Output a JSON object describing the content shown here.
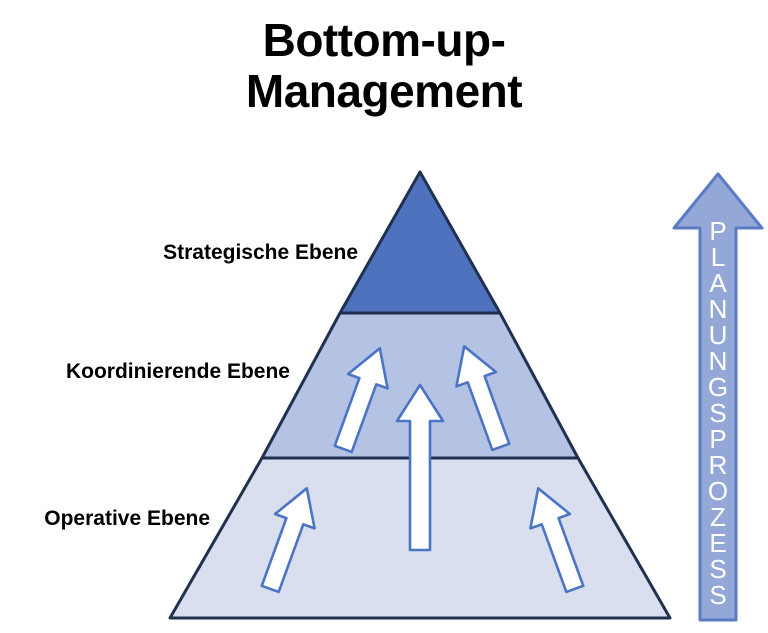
{
  "title": {
    "line1": "Bottom-up-",
    "line2": "Management"
  },
  "pyramid": {
    "tiers": [
      {
        "id": "strategic",
        "label": "Strategische Ebene",
        "color": "#4F72BE",
        "border": "#20304F"
      },
      {
        "id": "coordinating",
        "label": "Koordinierende Ebene",
        "color": "#B4C2E4",
        "border": "#20304F"
      },
      {
        "id": "operational",
        "label": "Operative Ebene",
        "color": "#D9DFEE",
        "border": "#20304F"
      }
    ],
    "arrow_fill": "#ffffff",
    "arrow_stroke": "#4C74C4",
    "arrow_direction": "up"
  },
  "process_arrow": {
    "text": "PLANUNGSPROZESS",
    "letters": [
      "P",
      "L",
      "A",
      "N",
      "U",
      "N",
      "G",
      "S",
      "P",
      "R",
      "O",
      "Z",
      "E",
      "S",
      "S"
    ],
    "fill": "#94A8D8",
    "stroke": "#5B7BC4",
    "text_color": "#ffffff",
    "direction": "up"
  },
  "colors": {
    "background": "#ffffff",
    "title": "#000000",
    "label": "#000000"
  },
  "chart_data": {
    "type": "diagram",
    "subtype": "pyramid",
    "title": "Bottom-up-Management",
    "levels": [
      {
        "name": "Strategische Ebene",
        "position": "top",
        "rank": 3
      },
      {
        "name": "Koordinierende Ebene",
        "position": "middle",
        "rank": 2
      },
      {
        "name": "Operative Ebene",
        "position": "bottom",
        "rank": 1
      }
    ],
    "flow": "bottom-up",
    "side_annotation": "PLANUNGSPROZESS"
  }
}
